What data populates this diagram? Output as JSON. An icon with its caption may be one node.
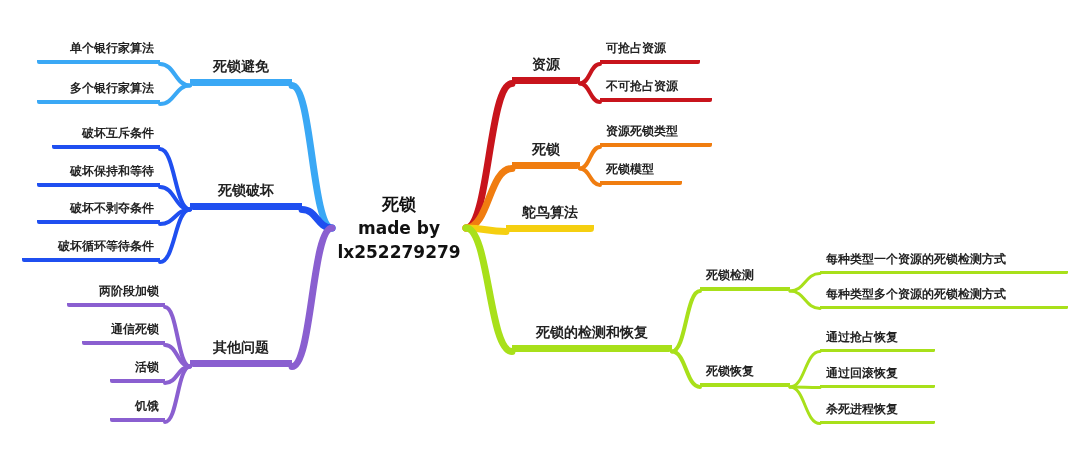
{
  "diagram": {
    "nodes": [
      {
        "text": [
          "死锁",
          "made by lx252279279"
        ]
      },
      {
        "text": [
          "死锁避免"
        ]
      },
      {
        "text": [
          "单个银行家算法"
        ]
      },
      {
        "text": [
          "多个银行家算法"
        ]
      },
      {
        "text": [
          "死锁破坏"
        ]
      },
      {
        "text": [
          "破坏互斥条件"
        ]
      },
      {
        "text": [
          "破坏保持和等待"
        ]
      },
      {
        "text": [
          "破坏不剥夺条件"
        ]
      },
      {
        "text": [
          "破坏循环等待条件"
        ]
      },
      {
        "text": [
          "其他问题"
        ]
      },
      {
        "text": [
          "两阶段加锁"
        ]
      },
      {
        "text": [
          "通信死锁"
        ]
      },
      {
        "text": [
          "活锁"
        ]
      },
      {
        "text": [
          "饥饿"
        ]
      },
      {
        "text": [
          "资源"
        ]
      },
      {
        "text": [
          "可抢占资源"
        ]
      },
      {
        "text": [
          "不可抢占资源"
        ]
      },
      {
        "text": [
          "死锁"
        ]
      },
      {
        "text": [
          "资源死锁类型"
        ]
      },
      {
        "text": [
          "死锁模型"
        ]
      },
      {
        "text": [
          "鸵鸟算法"
        ]
      },
      {
        "text": [
          "死锁的检测和恢复"
        ]
      },
      {
        "text": [
          "死锁检测"
        ]
      },
      {
        "text": [
          "每种类型一个资源的死锁检测方式"
        ]
      },
      {
        "text": [
          "每种类型多个资源的死锁检测方式"
        ]
      },
      {
        "text": [
          "死锁恢复"
        ]
      },
      {
        "text": [
          "通过抢占恢复"
        ]
      },
      {
        "text": [
          "通过回滚恢复"
        ]
      },
      {
        "text": [
          "杀死进程恢复"
        ]
      }
    ],
    "edges": [
      {
        "from": 0,
        "to": 1,
        "arrow": "none",
        "color": "#3aa8f5"
      },
      {
        "from": 1,
        "to": 2,
        "arrow": "none",
        "color": "#3aa8f5"
      },
      {
        "from": 1,
        "to": 3,
        "arrow": "none",
        "color": "#3aa8f5"
      },
      {
        "from": 0,
        "to": 4,
        "arrow": "none",
        "color": "#1f4ff0"
      },
      {
        "from": 4,
        "to": 5,
        "arrow": "none",
        "color": "#1f4ff0"
      },
      {
        "from": 4,
        "to": 6,
        "arrow": "none",
        "color": "#1f4ff0"
      },
      {
        "from": 4,
        "to": 7,
        "arrow": "none",
        "color": "#1f4ff0"
      },
      {
        "from": 4,
        "to": 8,
        "arrow": "none",
        "color": "#1f4ff0"
      },
      {
        "from": 0,
        "to": 9,
        "arrow": "none",
        "color": "#8a5fd0"
      },
      {
        "from": 9,
        "to": 10,
        "arrow": "none",
        "color": "#8a5fd0"
      },
      {
        "from": 9,
        "to": 11,
        "arrow": "none",
        "color": "#8a5fd0"
      },
      {
        "from": 9,
        "to": 12,
        "arrow": "none",
        "color": "#8a5fd0"
      },
      {
        "from": 9,
        "to": 13,
        "arrow": "none",
        "color": "#8a5fd0"
      },
      {
        "from": 0,
        "to": 14,
        "arrow": "none",
        "color": "#c8141c"
      },
      {
        "from": 14,
        "to": 15,
        "arrow": "none",
        "color": "#c8141c"
      },
      {
        "from": 14,
        "to": 16,
        "arrow": "none",
        "color": "#c8141c"
      },
      {
        "from": 0,
        "to": 17,
        "arrow": "none",
        "color": "#f07d10"
      },
      {
        "from": 17,
        "to": 18,
        "arrow": "none",
        "color": "#f07d10"
      },
      {
        "from": 17,
        "to": 19,
        "arrow": "none",
        "color": "#f07d10"
      },
      {
        "from": 0,
        "to": 20,
        "arrow": "none",
        "color": "#f5cf10"
      },
      {
        "from": 0,
        "to": 21,
        "arrow": "none"
      },
      {
        "from": 21,
        "to": 22,
        "arrow": "none"
      },
      {
        "from": 22,
        "to": 23,
        "arrow": "none"
      },
      {
        "from": 22,
        "to": 24,
        "arrow": "none"
      },
      {
        "from": 21,
        "to": 25,
        "arrow": "none"
      },
      {
        "from": 25,
        "to": 26,
        "arrow": "none"
      },
      {
        "from": 25,
        "to": 27,
        "arrow": "none"
      },
      {
        "from": 25,
        "to": 28,
        "arrow": "none"
      }
    ]
  }
}
